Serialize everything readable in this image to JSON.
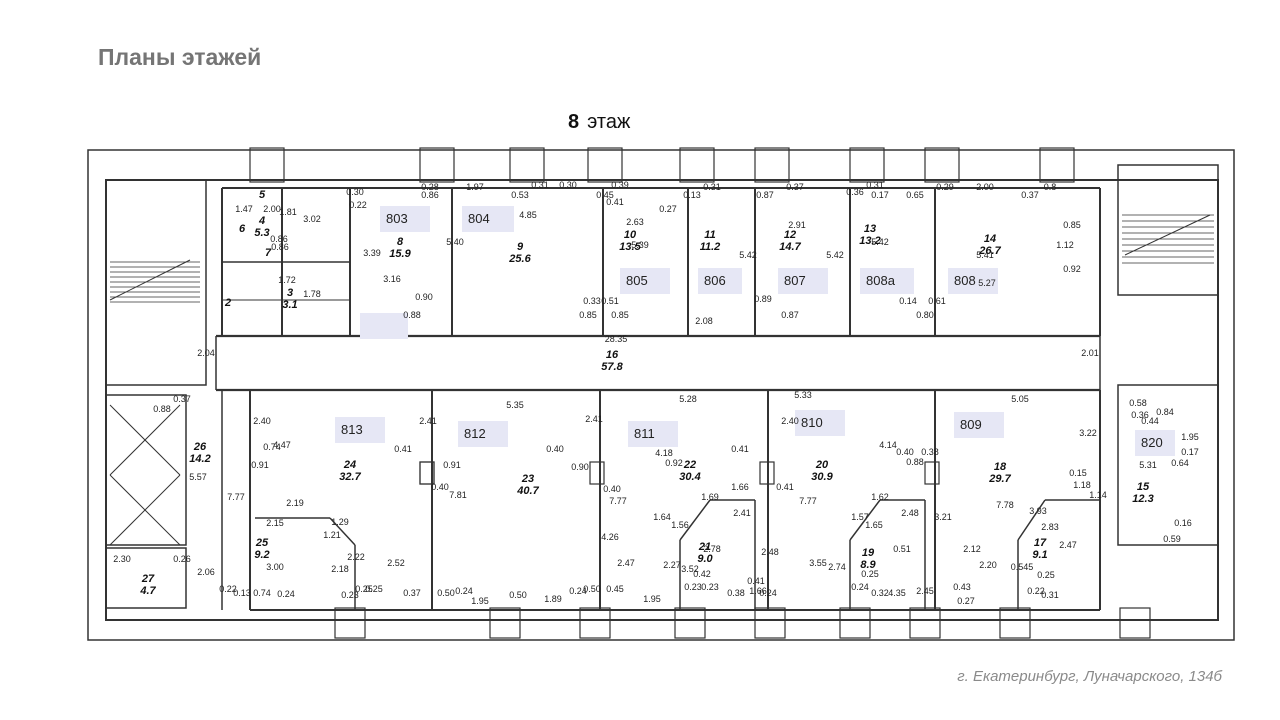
{
  "header": {
    "title": "Планы этажей"
  },
  "floor": {
    "number": "8",
    "label": "этаж"
  },
  "footer": {
    "address": "г. Екатеринбург, Луначарского, 134б"
  },
  "office_labels": [
    {
      "id": "803"
    },
    {
      "id": "804"
    },
    {
      "id": "805"
    },
    {
      "id": "806"
    },
    {
      "id": "807"
    },
    {
      "id": "808а"
    },
    {
      "id": "808"
    },
    {
      "id": "813"
    },
    {
      "id": "812"
    },
    {
      "id": "811"
    },
    {
      "id": "810"
    },
    {
      "id": "809"
    },
    {
      "id": "820"
    },
    {
      "id": ""
    }
  ],
  "rooms": [
    {
      "no": "5",
      "area": ""
    },
    {
      "no": "4",
      "area": "5.3"
    },
    {
      "no": "6",
      "area": ""
    },
    {
      "no": "7",
      "area": ""
    },
    {
      "no": "3",
      "area": "3.1"
    },
    {
      "no": "2",
      "area": ""
    },
    {
      "no": "8",
      "area": "15.9"
    },
    {
      "no": "9",
      "area": "25.6"
    },
    {
      "no": "10",
      "area": "13.5"
    },
    {
      "no": "11",
      "area": "11.2"
    },
    {
      "no": "12",
      "area": "14.7"
    },
    {
      "no": "13",
      "area": "13.2"
    },
    {
      "no": "14",
      "area": "26.7"
    },
    {
      "no": "16",
      "area": "57.8"
    },
    {
      "no": "26",
      "area": "14.2"
    },
    {
      "no": "24",
      "area": "32.7"
    },
    {
      "no": "23",
      "area": "40.7"
    },
    {
      "no": "22",
      "area": "30.4"
    },
    {
      "no": "20",
      "area": "30.9"
    },
    {
      "no": "18",
      "area": "29.7"
    },
    {
      "no": "15",
      "area": "12.3"
    },
    {
      "no": "25",
      "area": "9.2"
    },
    {
      "no": "21",
      "area": "9.0"
    },
    {
      "no": "19",
      "area": "8.9"
    },
    {
      "no": "17",
      "area": "9.1"
    },
    {
      "no": "27",
      "area": "4.7"
    }
  ],
  "dimensions": [
    "0.30",
    "0.22",
    "0.28",
    "0.86",
    "1.97",
    "0.53",
    "0.31",
    "0.30",
    "0.45",
    "0.39",
    "0.41",
    "0.27",
    "0.13",
    "0.31",
    "0.87",
    "0.37",
    "0.36",
    "0.31",
    "0.17",
    "0.65",
    "0.29",
    "2.00",
    "0.37",
    "0.8",
    "2.00",
    "3.02",
    "1.81",
    "0.86",
    "1.47",
    "0.86",
    "1.72",
    "1.78",
    "3.39",
    "3.16",
    "0.90",
    "0.88",
    "5.40",
    "4.85",
    "2.63",
    "5.39",
    "0.33",
    "0.51",
    "0.85",
    "0.85",
    "2.08",
    "5.42",
    "2.91",
    "0.89",
    "0.87",
    "5.42",
    "5.42",
    "0.14",
    "0.61",
    "0.80",
    "5.41",
    "0.85",
    "1.12",
    "0.92",
    "5.27",
    "28.35",
    "2.04",
    "2.01",
    "0.88",
    "0.37",
    "2.40",
    "0.74",
    "4.47",
    "0.91",
    "2.41",
    "0.41",
    "0.91",
    "0.40",
    "5.35",
    "7.81",
    "0.40",
    "2.41",
    "0.90",
    "0.40",
    "5.28",
    "7.77",
    "4.18",
    "0.92",
    "0.41",
    "2.40",
    "5.33",
    "0.41",
    "7.77",
    "4.14",
    "0.88",
    "0.40",
    "0.38",
    "5.05",
    "7.78",
    "3.22",
    "0.15",
    "1.18",
    "1.14",
    "0.58",
    "0.36",
    "0.84",
    "0.44",
    "1.95",
    "0.17",
    "0.64",
    "5.31",
    "0.16",
    "0.59",
    "5.57",
    "7.77",
    "2.19",
    "2.15",
    "1.29",
    "1.21",
    "2.22",
    "2.18",
    "3.00",
    "2.52",
    "2.30",
    "0.26",
    "2.06",
    "0.22",
    "0.13",
    "0.74",
    "0.24",
    "0.25",
    "0.23",
    "0.25",
    "0.37",
    "0.50",
    "0.24",
    "1.95",
    "0.50",
    "1.89",
    "0.24",
    "0.50",
    "0.45",
    "1.95",
    "4.26",
    "1.64",
    "1.56",
    "1.69",
    "1.66",
    "2.41",
    "2.47",
    "2.27",
    "3.52",
    "2.78",
    "0.42",
    "0.23",
    "0.23",
    "0.38",
    "1.66",
    "1.57",
    "1.65",
    "1.62",
    "2.48",
    "2.48",
    "3.55",
    "2.74",
    "0.51",
    "0.25",
    "0.41",
    "0.24",
    "0.24",
    "0.32",
    "4.35",
    "2.45",
    "3.21",
    "2.12",
    "3.93",
    "2.83",
    "2.47",
    "2.20",
    "0.545",
    "0.25",
    "0.43",
    "0.27",
    "0.22",
    "0.31"
  ]
}
